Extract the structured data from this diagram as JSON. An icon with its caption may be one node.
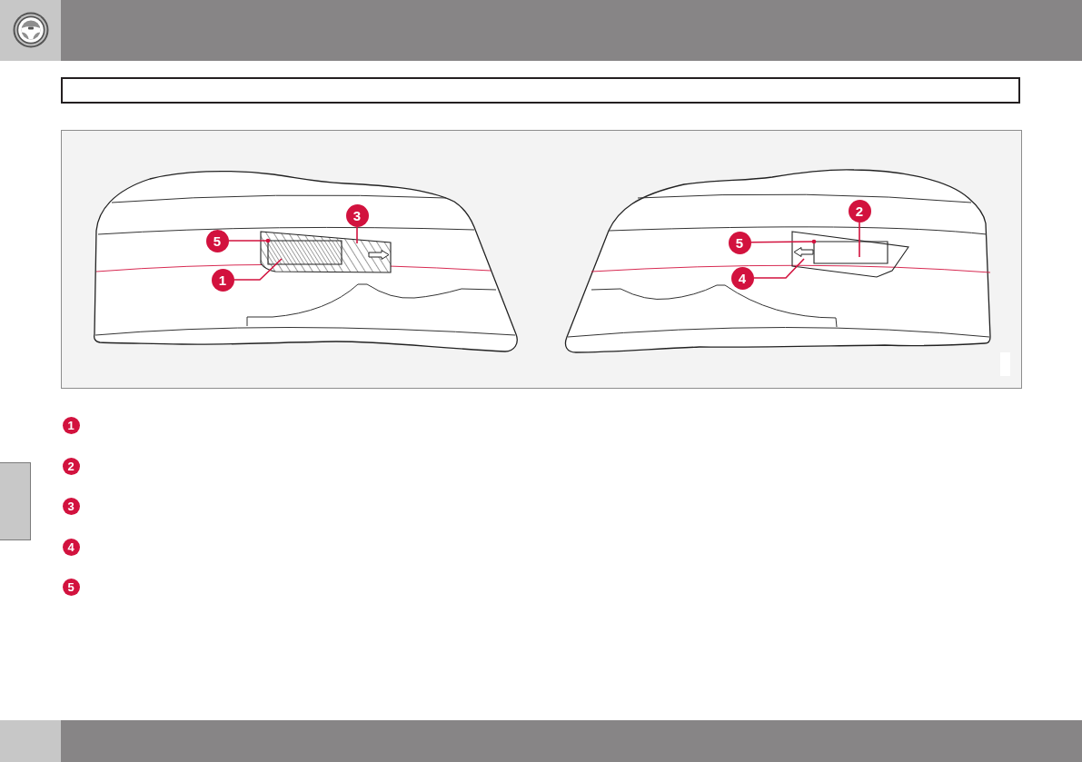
{
  "diagram": {
    "nodes": [
      {
        "text": [
          "3"
        ]
      },
      {
        "text": [
          "5"
        ]
      },
      {
        "text": [
          "1"
        ]
      },
      {
        "text": [],
        "shape": "box"
      },
      {
        "text": [],
        "shape": "box",
        "in": 3
      },
      {
        "text": [
          "2"
        ]
      },
      {
        "text": [
          "5"
        ]
      },
      {
        "text": [
          "4"
        ]
      },
      {
        "text": [],
        "shape": "box"
      },
      {
        "text": [],
        "shape": "box",
        "in": 8
      },
      {
        "text": [],
        "shape": "box"
      }
    ],
    "edges": [
      {
        "from": 0,
        "to": 3,
        "arrow": "none"
      },
      {
        "from": 1,
        "to": 4,
        "arrow": "other"
      },
      {
        "from": 2,
        "to": 4,
        "arrow": "none"
      },
      {
        "from": 5,
        "to": 9,
        "arrow": "none"
      },
      {
        "from": 6,
        "to": 9,
        "arrow": "other"
      },
      {
        "from": 7,
        "to": 8,
        "arrow": "none"
      }
    ],
    "labels": [
      "1",
      "2",
      "3",
      "4",
      "5"
    ]
  }
}
